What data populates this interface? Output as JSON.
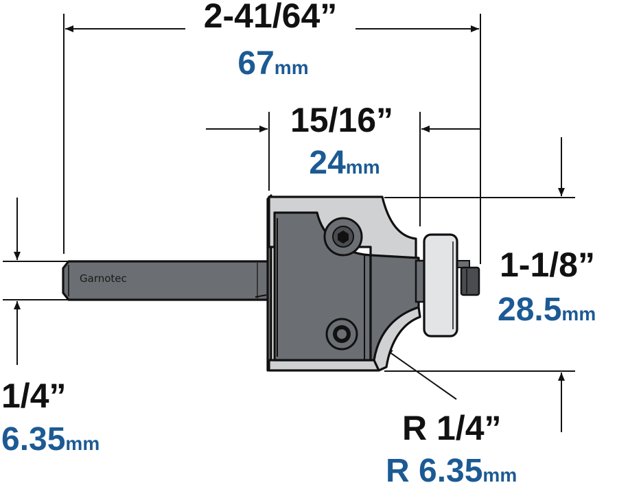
{
  "brand": "Garnotec",
  "dimensions": {
    "overall_length": {
      "imperial": "2-41/64”",
      "metric_value": "67",
      "metric_unit": "mm"
    },
    "cutting_length": {
      "imperial": "15/16”",
      "metric_value": "24",
      "metric_unit": "mm"
    },
    "cutting_diameter": {
      "imperial": "1-1/8”",
      "metric_value": "28.5",
      "metric_unit": "mm"
    },
    "shank_diameter": {
      "imperial": "1/4”",
      "metric_value": "6.35",
      "metric_unit": "mm"
    },
    "radius": {
      "imperial": "R 1/4”",
      "metric_value": "R 6.35",
      "metric_unit": "mm"
    }
  },
  "colors": {
    "imperial_text": "#111111",
    "metric_text": "#1c5a94",
    "body": "#6b6e72",
    "carbide": "#cfd1d3",
    "bearing": "#e3e4e5"
  }
}
